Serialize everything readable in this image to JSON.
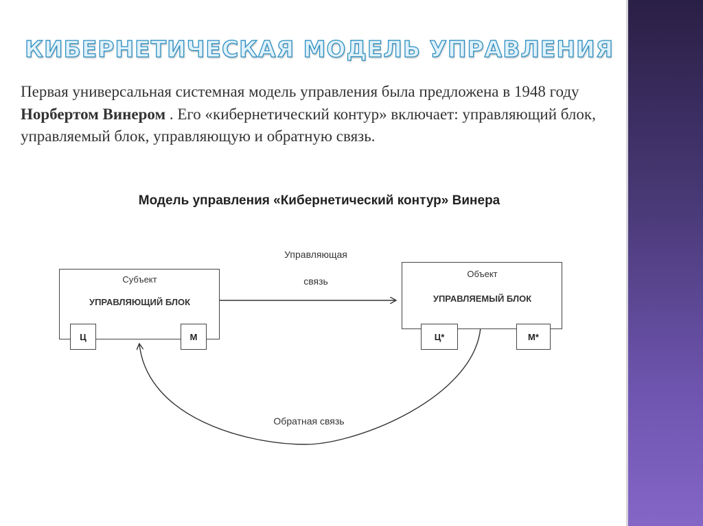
{
  "title": "КИБЕРНЕТИЧЕСКАЯ МОДЕЛЬ УПРАВЛЕНИЯ",
  "intro": {
    "part1": "Первая универсальная системная модель управления была предложена в 1948 году ",
    "name": "Норбертом Винером",
    "part2": " . Его «кибернетический контур» включает: управляющий блок, управляемый блок, управляющую и обратную связь."
  },
  "diagram": {
    "title": "Модель управления «Кибернетический контур» Винера",
    "subject": {
      "caption": "Субъект",
      "name": "УПРАВЛЯЮЩИЙ БЛОК",
      "c": "Ц",
      "m": "М"
    },
    "object": {
      "caption": "Объект",
      "name": "УПРАВЛЯЕМЫЙ  БЛОК",
      "c": "Ц*",
      "m": "М*"
    },
    "control_link": {
      "line1": "Управляющая",
      "line2": "связь"
    },
    "feedback_link": "Обратная  связь"
  }
}
